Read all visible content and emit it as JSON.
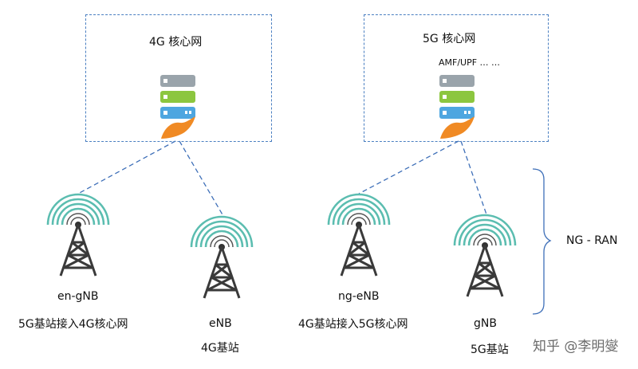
{
  "core_4g": {
    "title": "4G 核心网"
  },
  "core_5g": {
    "title": "5G 核心网",
    "subtitle": "AMF/UPF … …"
  },
  "stations": [
    {
      "name": "en-gNB",
      "desc": "5G基站接入4G核心网"
    },
    {
      "name": "eNB",
      "desc": "4G基站"
    },
    {
      "name": "ng-eNB",
      "desc": "4G基站接入5G核心网"
    },
    {
      "name": "gNB",
      "desc": "5G基站"
    }
  ],
  "ran_label": "NG - RAN",
  "watermark": "知乎 @李明燮",
  "colors": {
    "box_border": "#4a7fc1",
    "link_line": "#3e6fb8",
    "wave": "#5bbdb0",
    "tower": "#3a3a3a",
    "server_gray": "#9aa4ab",
    "server_green": "#8cc63f",
    "server_blue": "#4ea6e0",
    "flame": "#f08a24"
  },
  "icons": [
    "server-stack-icon",
    "cell-tower-icon",
    "bracket"
  ]
}
